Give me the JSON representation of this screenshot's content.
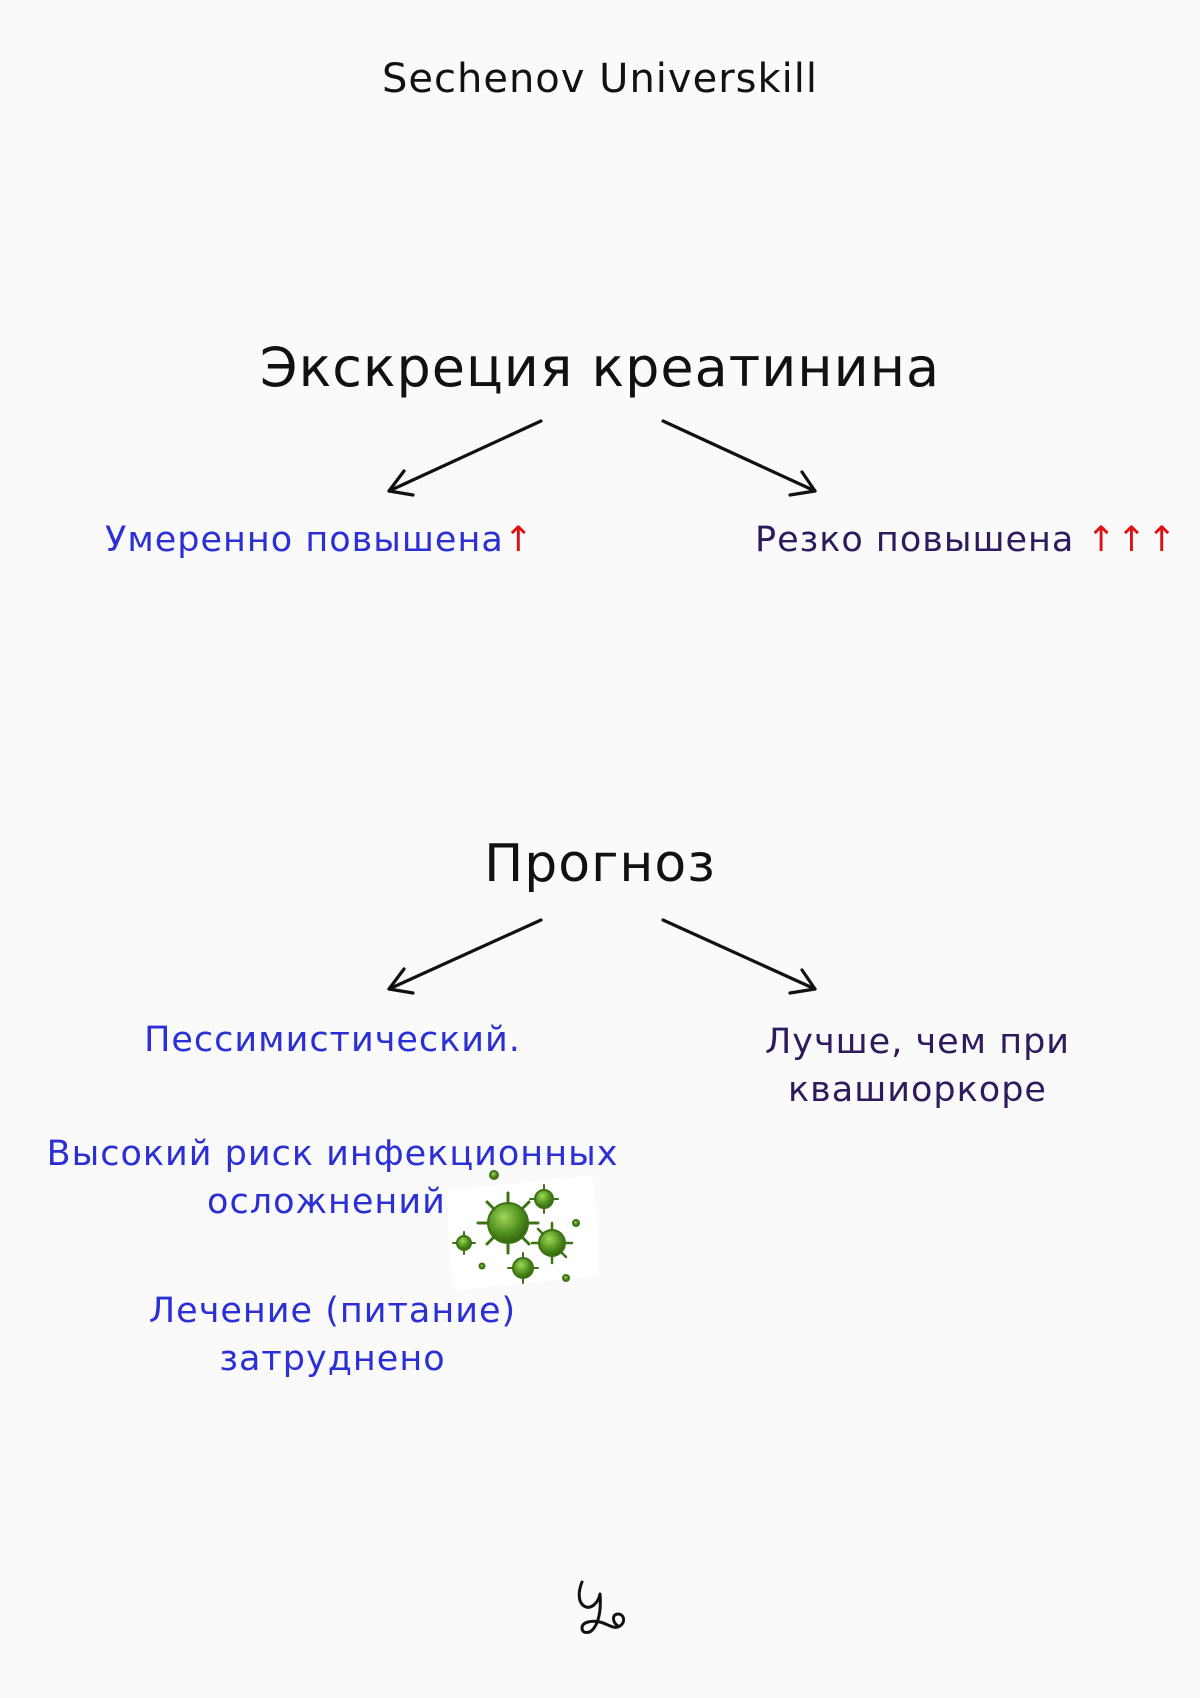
{
  "header": {
    "brand": "Sechenov Universkill"
  },
  "section_excretion": {
    "title": "Экскреция креатинина",
    "left": {
      "text": "Умеренно повышена",
      "arrows": "↑"
    },
    "right": {
      "text": "Резко повышена ",
      "arrows": "↑↑↑"
    }
  },
  "section_prognosis": {
    "title": "Прогноз",
    "left": {
      "line1": "Пессимистический.",
      "risk_line1": "Высокий риск инфекционных",
      "risk_line2": "осложнений.",
      "treatment_line1": "Лечение (питание)",
      "treatment_line2": "затруднено"
    },
    "right": {
      "line1": "Лучше, чем при",
      "line2": "квашиоркоре"
    }
  },
  "icons": {
    "logo": "universkill-logo-icon",
    "virus": "virus-icon"
  },
  "colors": {
    "blue": "#2b2fd6",
    "dark_purple": "#2e1a5c",
    "red": "#e01010",
    "virus_green": "#4e8f1c"
  }
}
